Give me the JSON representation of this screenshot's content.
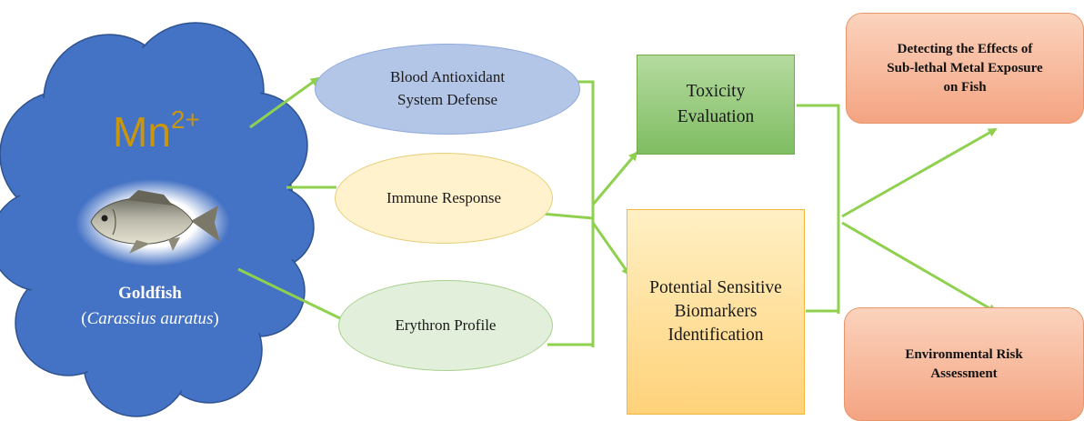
{
  "source": {
    "ion": "Mn",
    "charge": "2+",
    "common_name": "Goldfish",
    "scientific_name": "Carassius auratus"
  },
  "responses": {
    "blood": "Blood Antioxidant System Defense",
    "immune": "Immune Response",
    "erythron": "Erythron Profile"
  },
  "evaluation": {
    "toxicity": "Toxicity Evaluation",
    "biomarkers": "Potential Sensitive Biomarkers Identification"
  },
  "outcomes": {
    "detecting": "Detecting the Effects of Sub-lethal Metal Exposure on Fish",
    "risk": "Environmental Risk Assessment"
  },
  "colors": {
    "cloud": "#4472c4",
    "cloud_edge": "#2f528f",
    "arrow": "#8fd14f",
    "ion_text": "#c8960f"
  }
}
